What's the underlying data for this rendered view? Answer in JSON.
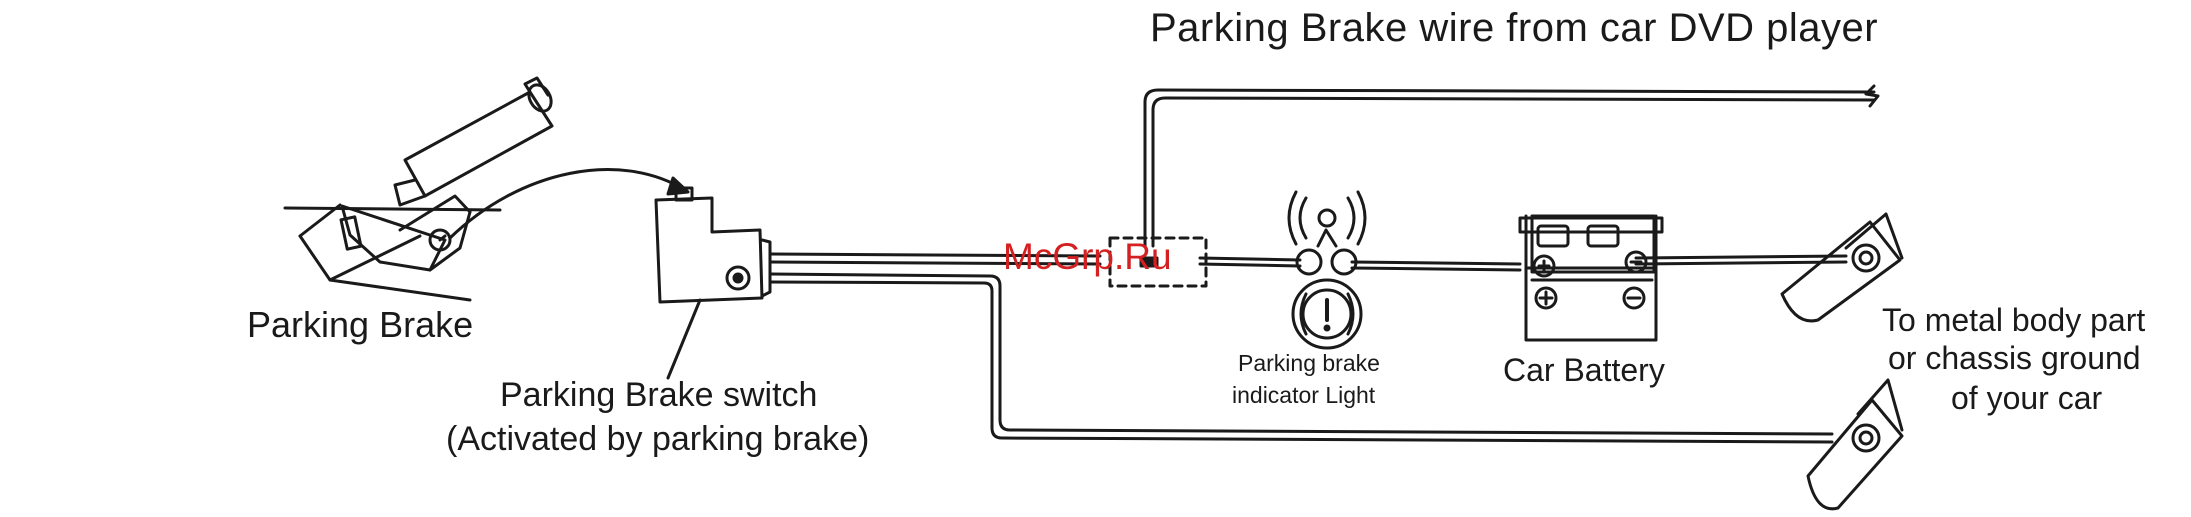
{
  "labels": {
    "dvd_wire": "Parking Brake wire from car DVD player",
    "parking_brake": "Parking Brake",
    "switch_line1": "Parking Brake switch",
    "switch_line2": "(Activated by parking brake)",
    "indicator_line1": "Parking brake",
    "indicator_line2": "indicator Light",
    "battery": "Car Battery",
    "ground_line1": "To metal body part",
    "ground_line2": "or chassis ground",
    "ground_line3": "of your car"
  },
  "watermark": "McGrp.Ru",
  "colors": {
    "line": "#1a1a1a",
    "watermark": "#d42020"
  }
}
